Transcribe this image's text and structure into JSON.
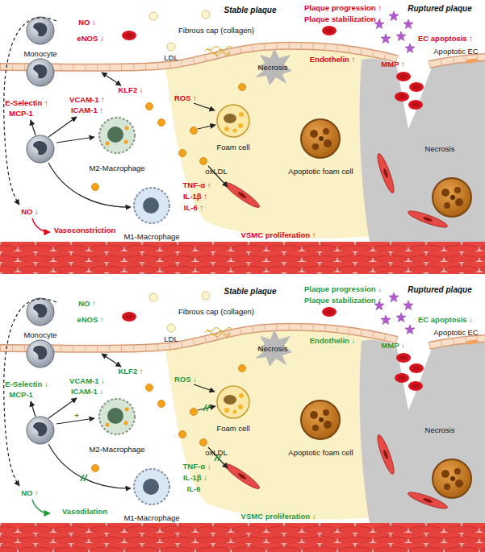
{
  "diagram": {
    "nodes": [
      {
        "text": [
          "Monocyte"
        ]
      },
      {
        "text": [
          "M2-Macrophage"
        ]
      },
      {
        "text": [
          "Foam cell"
        ]
      },
      {
        "text": [
          "Apoptotic foam cell"
        ]
      },
      {
        "text": [
          "M1-Macrophage"
        ]
      },
      {
        "text": [
          "Monocyte"
        ]
      },
      {
        "text": [
          "M2-Macrophage"
        ]
      },
      {
        "text": [
          "Foam cell"
        ]
      },
      {
        "text": [
          "Apoptotic foam cell"
        ]
      },
      {
        "text": [
          "M1-Macrophage"
        ]
      }
    ],
    "labels": [
      "Stable plaque",
      "Plaque progression ↑",
      "Plaque stabilization ↓",
      "Ruptured plaque",
      "NO ↓",
      "eNOS ↓",
      "LDL",
      "Fibrous cap (collagen)",
      "Necrosis",
      "Endothelin ↑",
      "MMP ↑",
      "EC apoptosis ↑",
      "Apoptotic EC",
      "Necrosis",
      "E-Selectin ↑",
      "MCP-1",
      "VCAM-1 ↑",
      "ICAM-1 ↑",
      "KLF2 ↓",
      "ROS ↑",
      "oxLDL",
      "TNF-α ↑",
      "IL-1β ↑",
      "IL-6 ↑",
      "NO ↓",
      "Vasoconstriction",
      "VSMC proliferation ↑",
      "Stable plaque",
      "Plaque progression ↓",
      "Plaque stabilization ↑",
      "Ruptured plaque",
      "NO ↑",
      "eNOS ↑",
      "LDL",
      "Fibrous cap (collagen)",
      "Necrosis",
      "Endothelin ↓",
      "MMP ↓",
      "EC apoptosis ↓",
      "Apoptotic EC",
      "Necrosis",
      "E-Selectin ↓",
      "MCP-1",
      "VCAM-1 ↓",
      "ICAM-1 ↓",
      "KLF2 ↑",
      "ROS ↓",
      "oxLDL",
      "TNF-α ↓",
      "IL-1β ↓",
      "IL-6",
      "NO ↑",
      "Vasodilation",
      "VSMC proliferation ↓",
      "+"
    ]
  }
}
